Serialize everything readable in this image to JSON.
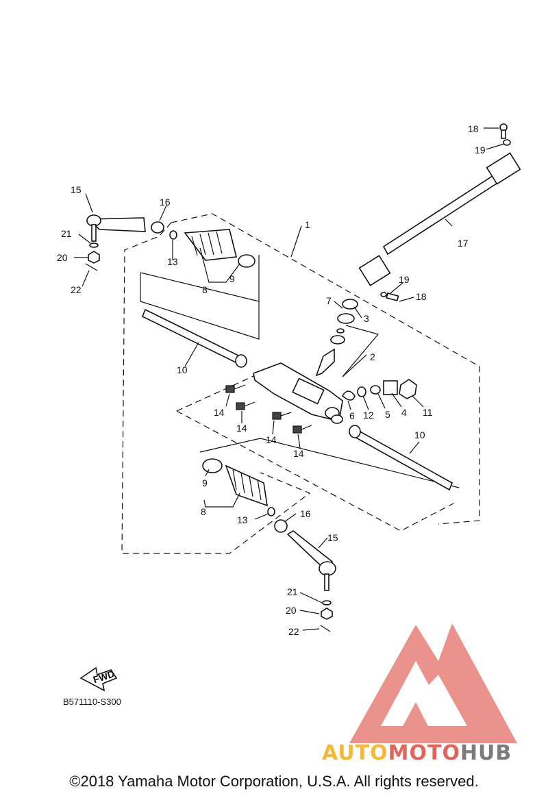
{
  "callouts": [
    "1",
    "2",
    "3",
    "4",
    "5",
    "6",
    "7",
    "8",
    "9",
    "10",
    "11",
    "12",
    "13",
    "14",
    "15",
    "16",
    "17",
    "18",
    "19",
    "20",
    "21",
    "22"
  ],
  "figure_code": "B571110-S300",
  "fwd_label": "FWD",
  "copyright": "©2018 Yamaha Motor Corporation, U.S.A. All rights reserved.",
  "watermark": {
    "part1": "AUTO",
    "part2": "MOTO",
    "part3": "HUB"
  },
  "colors": {
    "watermark_red": "#e2655c",
    "watermark_yellow": "#f2b93b",
    "watermark_gray": "#7c7c7c",
    "line": "#111111"
  }
}
